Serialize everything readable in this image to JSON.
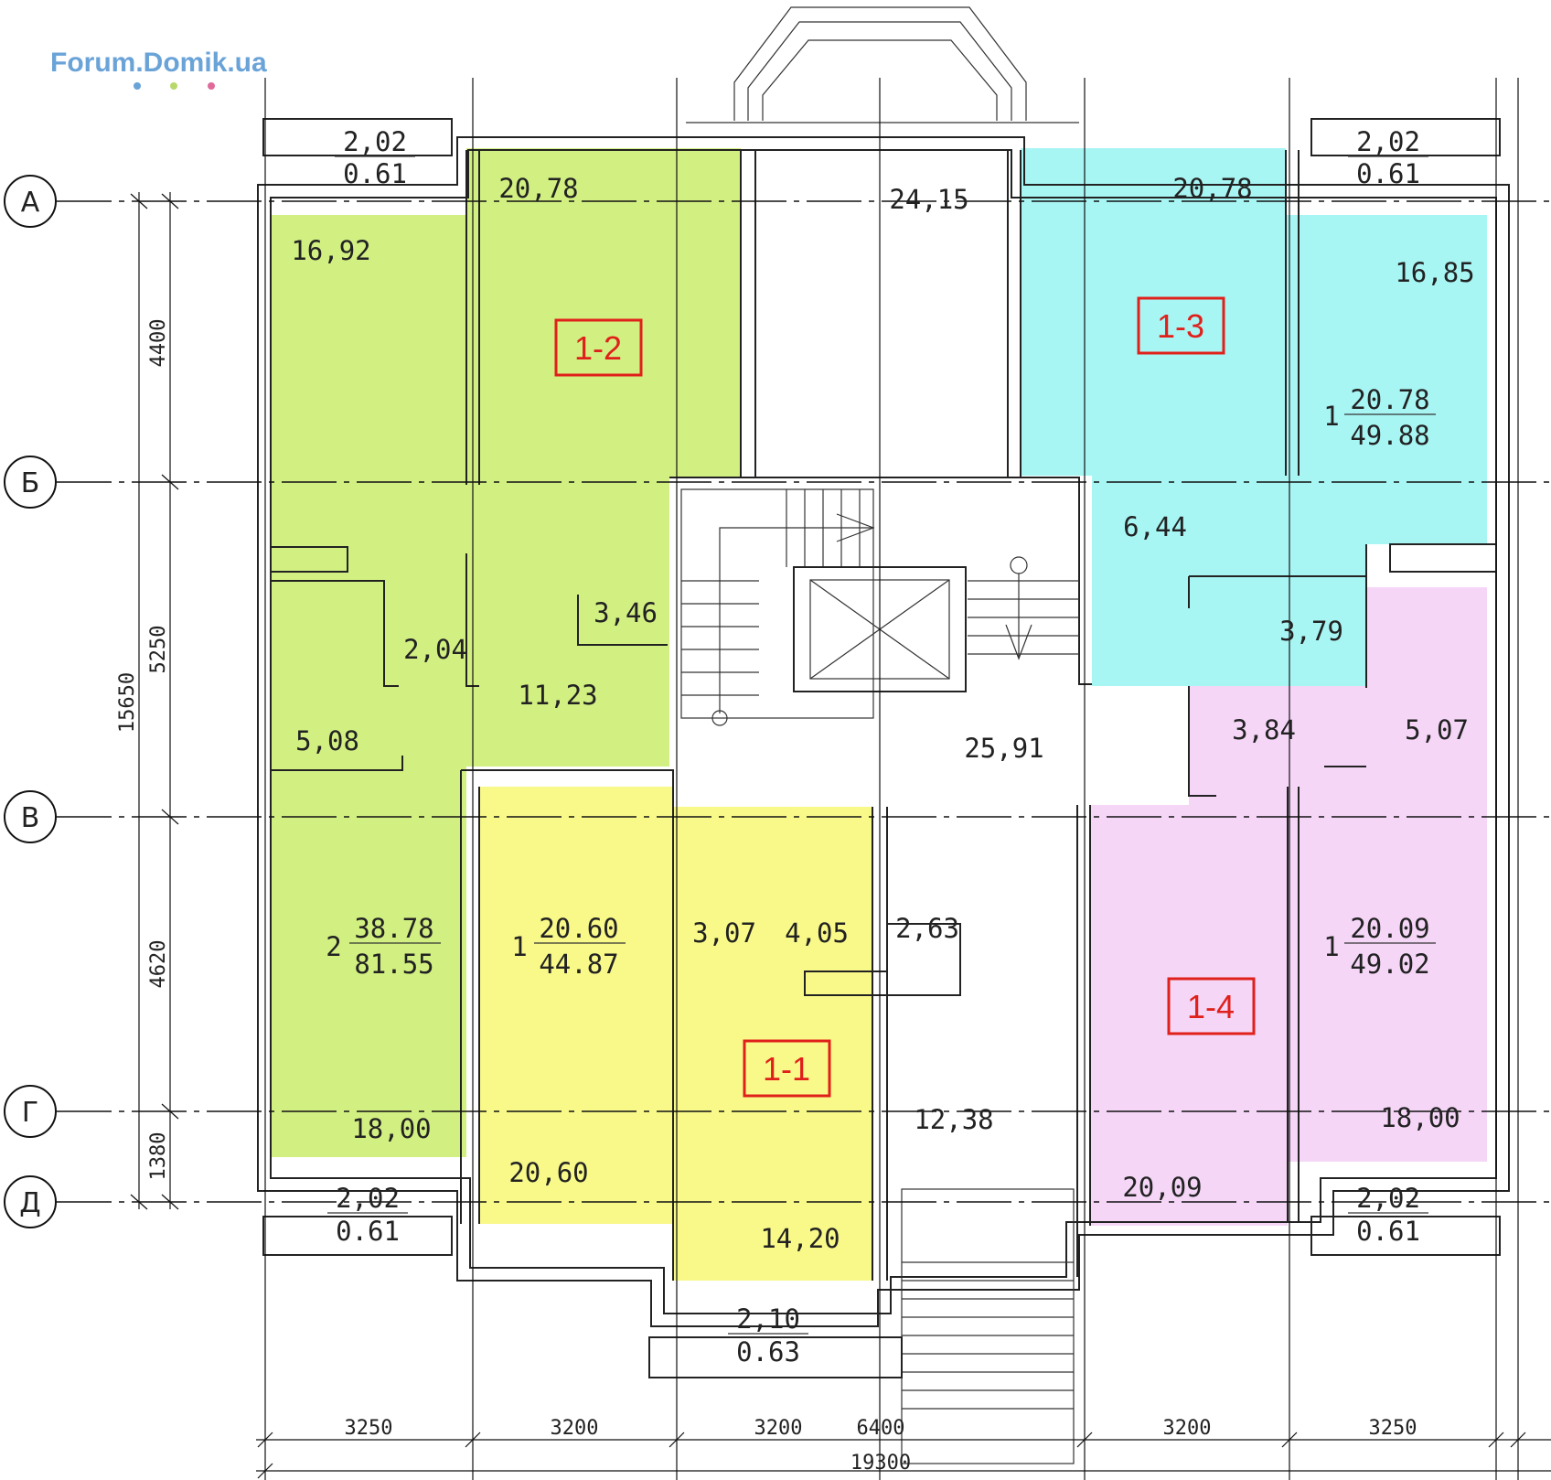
{
  "watermark": "Forum.Domik.ua",
  "axes_rows": [
    "А",
    "Б",
    "В",
    "Г",
    "Д"
  ],
  "dims_left": [
    "4400",
    "5250",
    "4620",
    "1380"
  ],
  "dim_total_left": "15650",
  "dims_bottom": [
    "3250",
    "3200",
    "3200",
    "6400",
    "3200",
    "3250"
  ],
  "dim_total_bottom": "19300",
  "apartments": [
    {
      "label": "1-1",
      "color": "#f9f98a"
    },
    {
      "label": "1-2",
      "color": "#d2f082"
    },
    {
      "label": "1-3",
      "color": "#a8f6f4"
    },
    {
      "label": "1-4",
      "color": "#f5d6f7"
    }
  ],
  "rooms": {
    "r_2078a": "20,78",
    "r_2415": "24,15",
    "r_2078b": "20,78",
    "r_1692": "16,92",
    "r_1685": "16,85",
    "r_644": "6,44",
    "r_346": "3,46",
    "r_379": "3,79",
    "r_204": "2,04",
    "r_1123": "11,23",
    "r_508": "5,08",
    "r_2591": "25,91",
    "r_384": "3,84",
    "r_507": "5,07",
    "r_307": "3,07",
    "r_405": "4,05",
    "r_263": "2,63",
    "r_1800a": "18,00",
    "r_1238": "12,38",
    "r_1800b": "18,00",
    "r_2060": "20,60",
    "r_2009": "20,09",
    "r_1420": "14,20"
  },
  "fractions": [
    {
      "prefix": "2",
      "num": "38.78",
      "den": "81.55"
    },
    {
      "prefix": "1",
      "num": "20.60",
      "den": "44.87"
    },
    {
      "prefix": "1",
      "num": "20.78",
      "den": "49.88"
    },
    {
      "prefix": "1",
      "num": "20.09",
      "den": "49.02"
    }
  ],
  "balconies": [
    {
      "num": "2,02",
      "den": "0.61"
    },
    {
      "num": "2,02",
      "den": "0.61"
    },
    {
      "num": "2,02",
      "den": "0.61"
    },
    {
      "num": "2,02",
      "den": "0.61"
    },
    {
      "num": "2,10",
      "den": "0.63"
    }
  ]
}
